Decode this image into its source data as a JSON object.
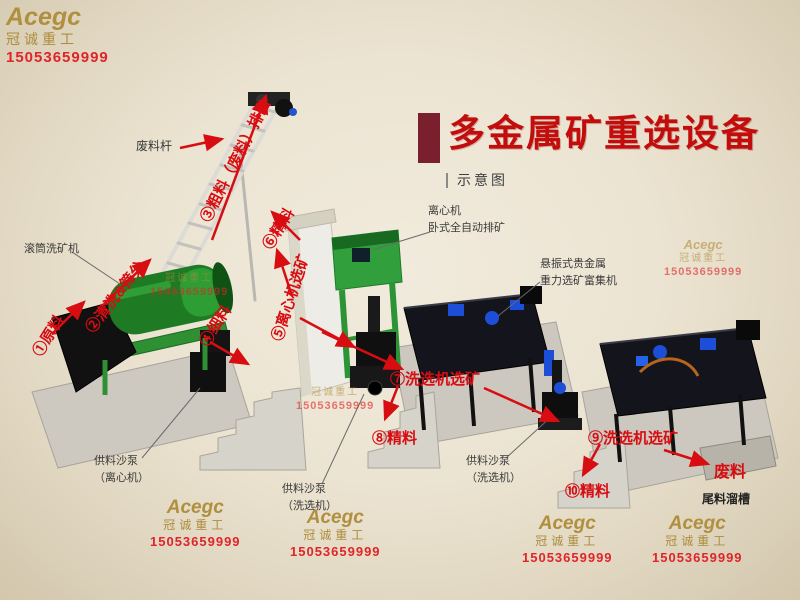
{
  "header": {
    "title": "多金属矿重选设备",
    "subtitle": "示意图"
  },
  "brand": {
    "name": "Acegc",
    "company": "冠诚重工",
    "phone": "15053659999"
  },
  "flow": {
    "step1": "①原料",
    "step2": "②清洗&筛分",
    "step3": "③粗料（废料）排出",
    "step4": "④细料",
    "step5": "⑤离心机选矿",
    "step6": "⑥精料",
    "step7": "⑦洗选机选矿",
    "step8": "⑧精料",
    "step9": "⑨洗选机选矿",
    "step10": "⑩精料",
    "waste": "废料"
  },
  "callouts": {
    "waste_rod": "废料杆",
    "trommel": "滚筒洗矿机",
    "centrifuge": "离心机\n卧式全自动排矿",
    "concentrator": "悬振式贵金属\n重力选矿富集机",
    "pump_centrifuge": "供料沙泵\n（离心机）",
    "pump_washer_mid": "供料沙泵\n（洗选机）",
    "pump_washer_right": "供料沙泵\n（洗选机）",
    "tailing_chute": "尾料溜槽"
  },
  "colors": {
    "accent_red": "#d80d12",
    "gold": "#b08f3e",
    "machine_green": "#2e8f33",
    "title_red": "#c30d0d",
    "title_block": "#7a1f2d"
  }
}
